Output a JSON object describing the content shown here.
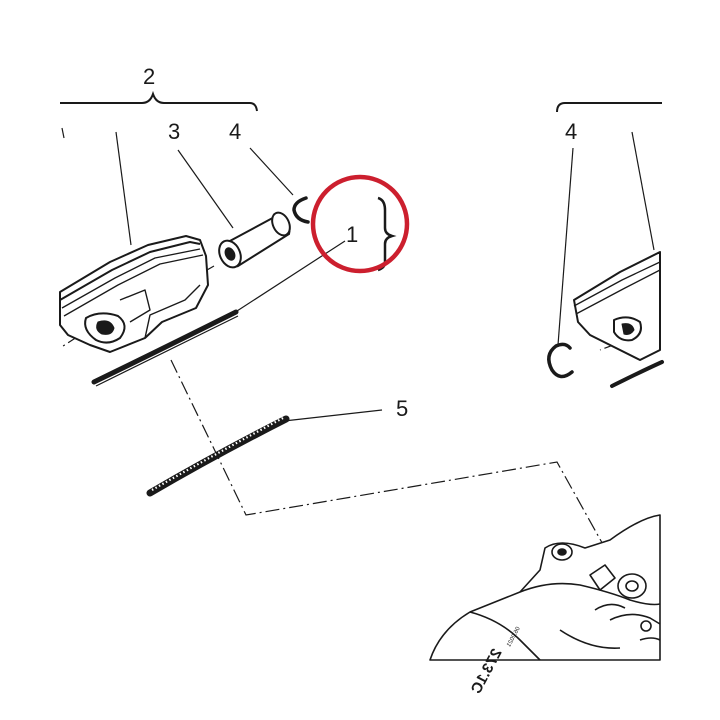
{
  "callouts": {
    "c1": "1",
    "c2": "2",
    "c3": "3",
    "c4_left": "4",
    "c4_right": "4",
    "c5": "5"
  },
  "engraving": {
    "main": "273.1C",
    "small": "06.2021"
  },
  "colors": {
    "line": "#1a1a1a",
    "highlight": "#cc1f2e"
  }
}
